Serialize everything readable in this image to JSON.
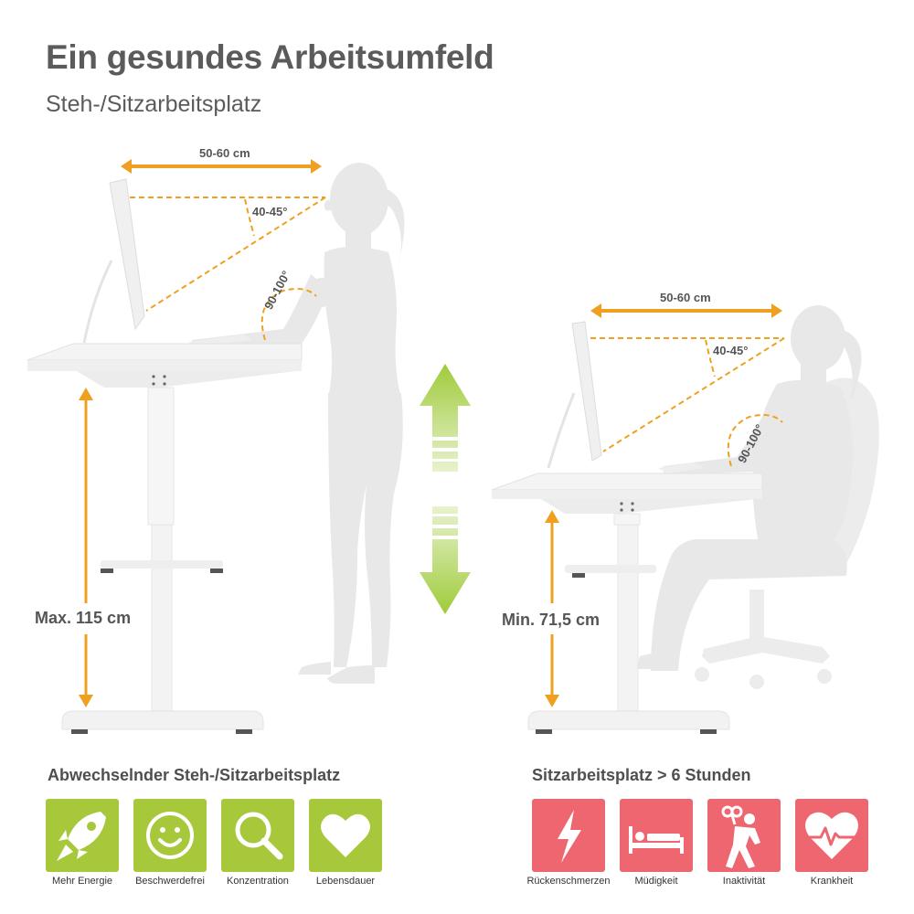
{
  "header": {
    "title": "Ein gesundes Arbeitsumfeld",
    "subtitle": "Steh-/Sitzarbeitsplatz"
  },
  "colors": {
    "accent_orange": "#f0a020",
    "arrow_green": "#9fcb3a",
    "good": "#a6c83a",
    "bad": "#ee6670",
    "silhouette": "#e8e8e8"
  },
  "standing": {
    "distance_label": "50-60 cm",
    "view_angle_label": "40-45°",
    "elbow_angle_label": "90-100°",
    "height_label": "Max. 115 cm"
  },
  "sitting": {
    "distance_label": "50-60 cm",
    "view_angle_label": "40-45°",
    "elbow_angle_label": "90-100°",
    "height_label": "Min. 71,5 cm"
  },
  "benefits": {
    "title": "Abwechselnder Steh-/Sitzarbeitsplatz",
    "items": [
      {
        "label": "Mehr Energie",
        "icon": "rocket-icon"
      },
      {
        "label": "Beschwerdefrei",
        "icon": "smiley-icon"
      },
      {
        "label": "Konzentration",
        "icon": "magnifier-icon"
      },
      {
        "label": "Lebensdauer",
        "icon": "heart-icon"
      }
    ]
  },
  "risks": {
    "title": "Sitzarbeitsplatz > 6 Stunden",
    "items": [
      {
        "label": "Rückenschmerzen",
        "icon": "lightning-icon"
      },
      {
        "label": "Müdigkeit",
        "icon": "bed-icon"
      },
      {
        "label": "Inaktivität",
        "icon": "windup-figure-icon"
      },
      {
        "label": "Krankheit",
        "icon": "heartbeat-icon"
      }
    ]
  }
}
